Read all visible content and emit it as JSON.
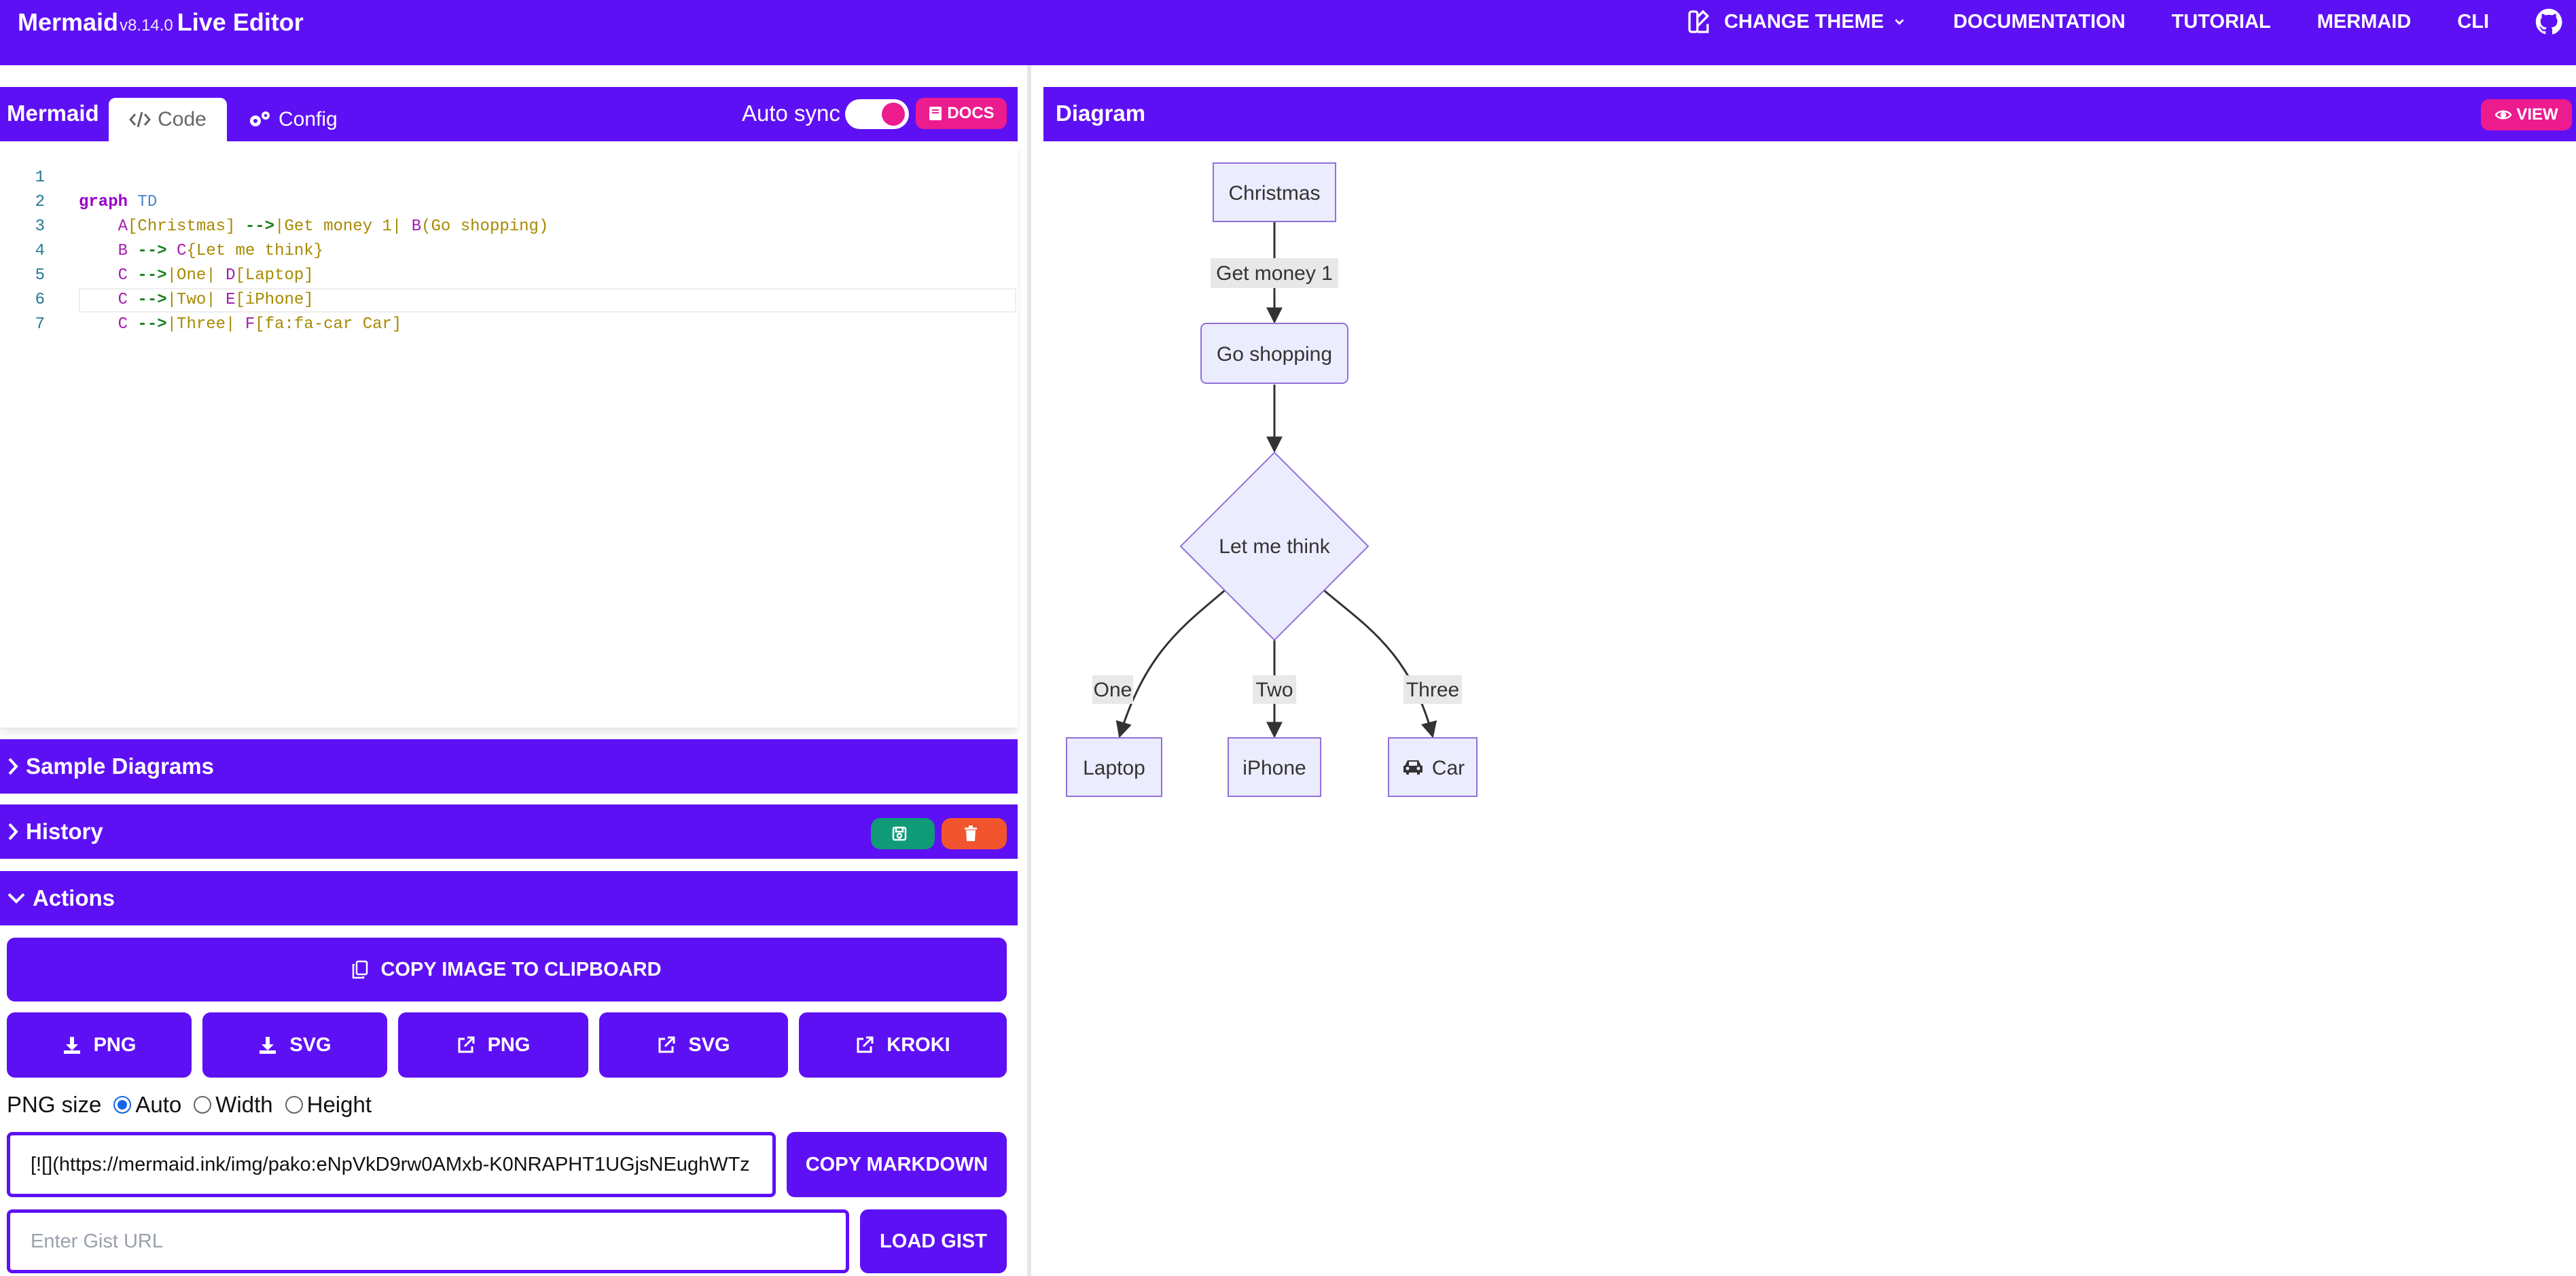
{
  "nav": {
    "brand": "Mermaid",
    "version": "v8.14.0",
    "brand_suffix": "Live Editor",
    "change_theme": "CHANGE THEME",
    "documentation": "DOCUMENTATION",
    "tutorial": "TUTORIAL",
    "mermaid": "MERMAID",
    "cli": "CLI",
    "icons": [
      "theme-icon",
      "chevron-down-icon",
      "github-icon"
    ]
  },
  "editor": {
    "title": "Mermaid",
    "tab_code": "Code",
    "tab_config": "Config",
    "auto_sync_label": "Auto sync",
    "auto_sync_on": true,
    "docs_label": "DOCS",
    "line_numbers": [
      "1",
      "2",
      "3",
      "4",
      "5",
      "6",
      "7"
    ],
    "lines": [
      "graph TD",
      "    A[Christmas] -->|Get money 1| B(Go shopping)",
      "    B --> C{Let me think}",
      "    C -->|One| D[Laptop]",
      "    C -->|Two| E[iPhone]",
      "    C -->|Three| F[fa:fa-car Car]",
      ""
    ]
  },
  "sections": {
    "sample_diagrams": "Sample Diagrams",
    "history": "History",
    "actions": "Actions"
  },
  "actions": {
    "copy_image": "COPY IMAGE TO CLIPBOARD",
    "download_png": "PNG",
    "download_svg": "SVG",
    "open_png": "PNG",
    "open_svg": "SVG",
    "kroki": "KROKI",
    "png_size_label": "PNG size",
    "png_size_options": [
      "Auto",
      "Width",
      "Height"
    ],
    "png_size_selected": "Auto",
    "markdown_value": "[![](https://mermaid.ink/img/pako:eNpVkD9rw0AMxb-K0NRAPHT1UGjsNEughWTz",
    "copy_markdown": "COPY MARKDOWN",
    "gist_placeholder": "Enter Gist URL",
    "load_gist": "LOAD GIST"
  },
  "diagram": {
    "title": "Diagram",
    "view_label": "VIEW",
    "nodes": {
      "christmas": "Christmas",
      "go_shopping": "Go shopping",
      "think": "Let me think",
      "laptop": "Laptop",
      "iphone": "iPhone",
      "car": "Car"
    },
    "edge_labels": {
      "get_money": "Get money 1",
      "one": "One",
      "two": "Two",
      "three": "Three"
    },
    "colors": {
      "node_fill": "#ECECFF",
      "node_stroke": "#9370DB",
      "edge": "#333333",
      "label_bg": "#e8e8e8"
    }
  },
  "colors": {
    "primary": "#5e10f5",
    "accent_pink": "#ec1b8e",
    "save_green": "#0f9a78",
    "delete_orange": "#f2542d"
  }
}
